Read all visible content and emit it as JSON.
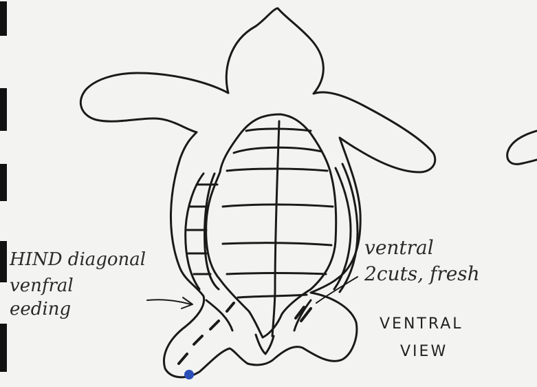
{
  "labels": {
    "left_line1": "HIND diagonal",
    "left_line2": "venfral",
    "left_line3": "eeding",
    "right_line1": "ventral",
    "right_line2": "2cuts, fresh",
    "view_line1": "VENTRAL",
    "view_line2": "VIEW"
  },
  "colors": {
    "ink": "#1a1a1a",
    "paper": "#f3f3f1",
    "dot": "#2b4fb8"
  }
}
